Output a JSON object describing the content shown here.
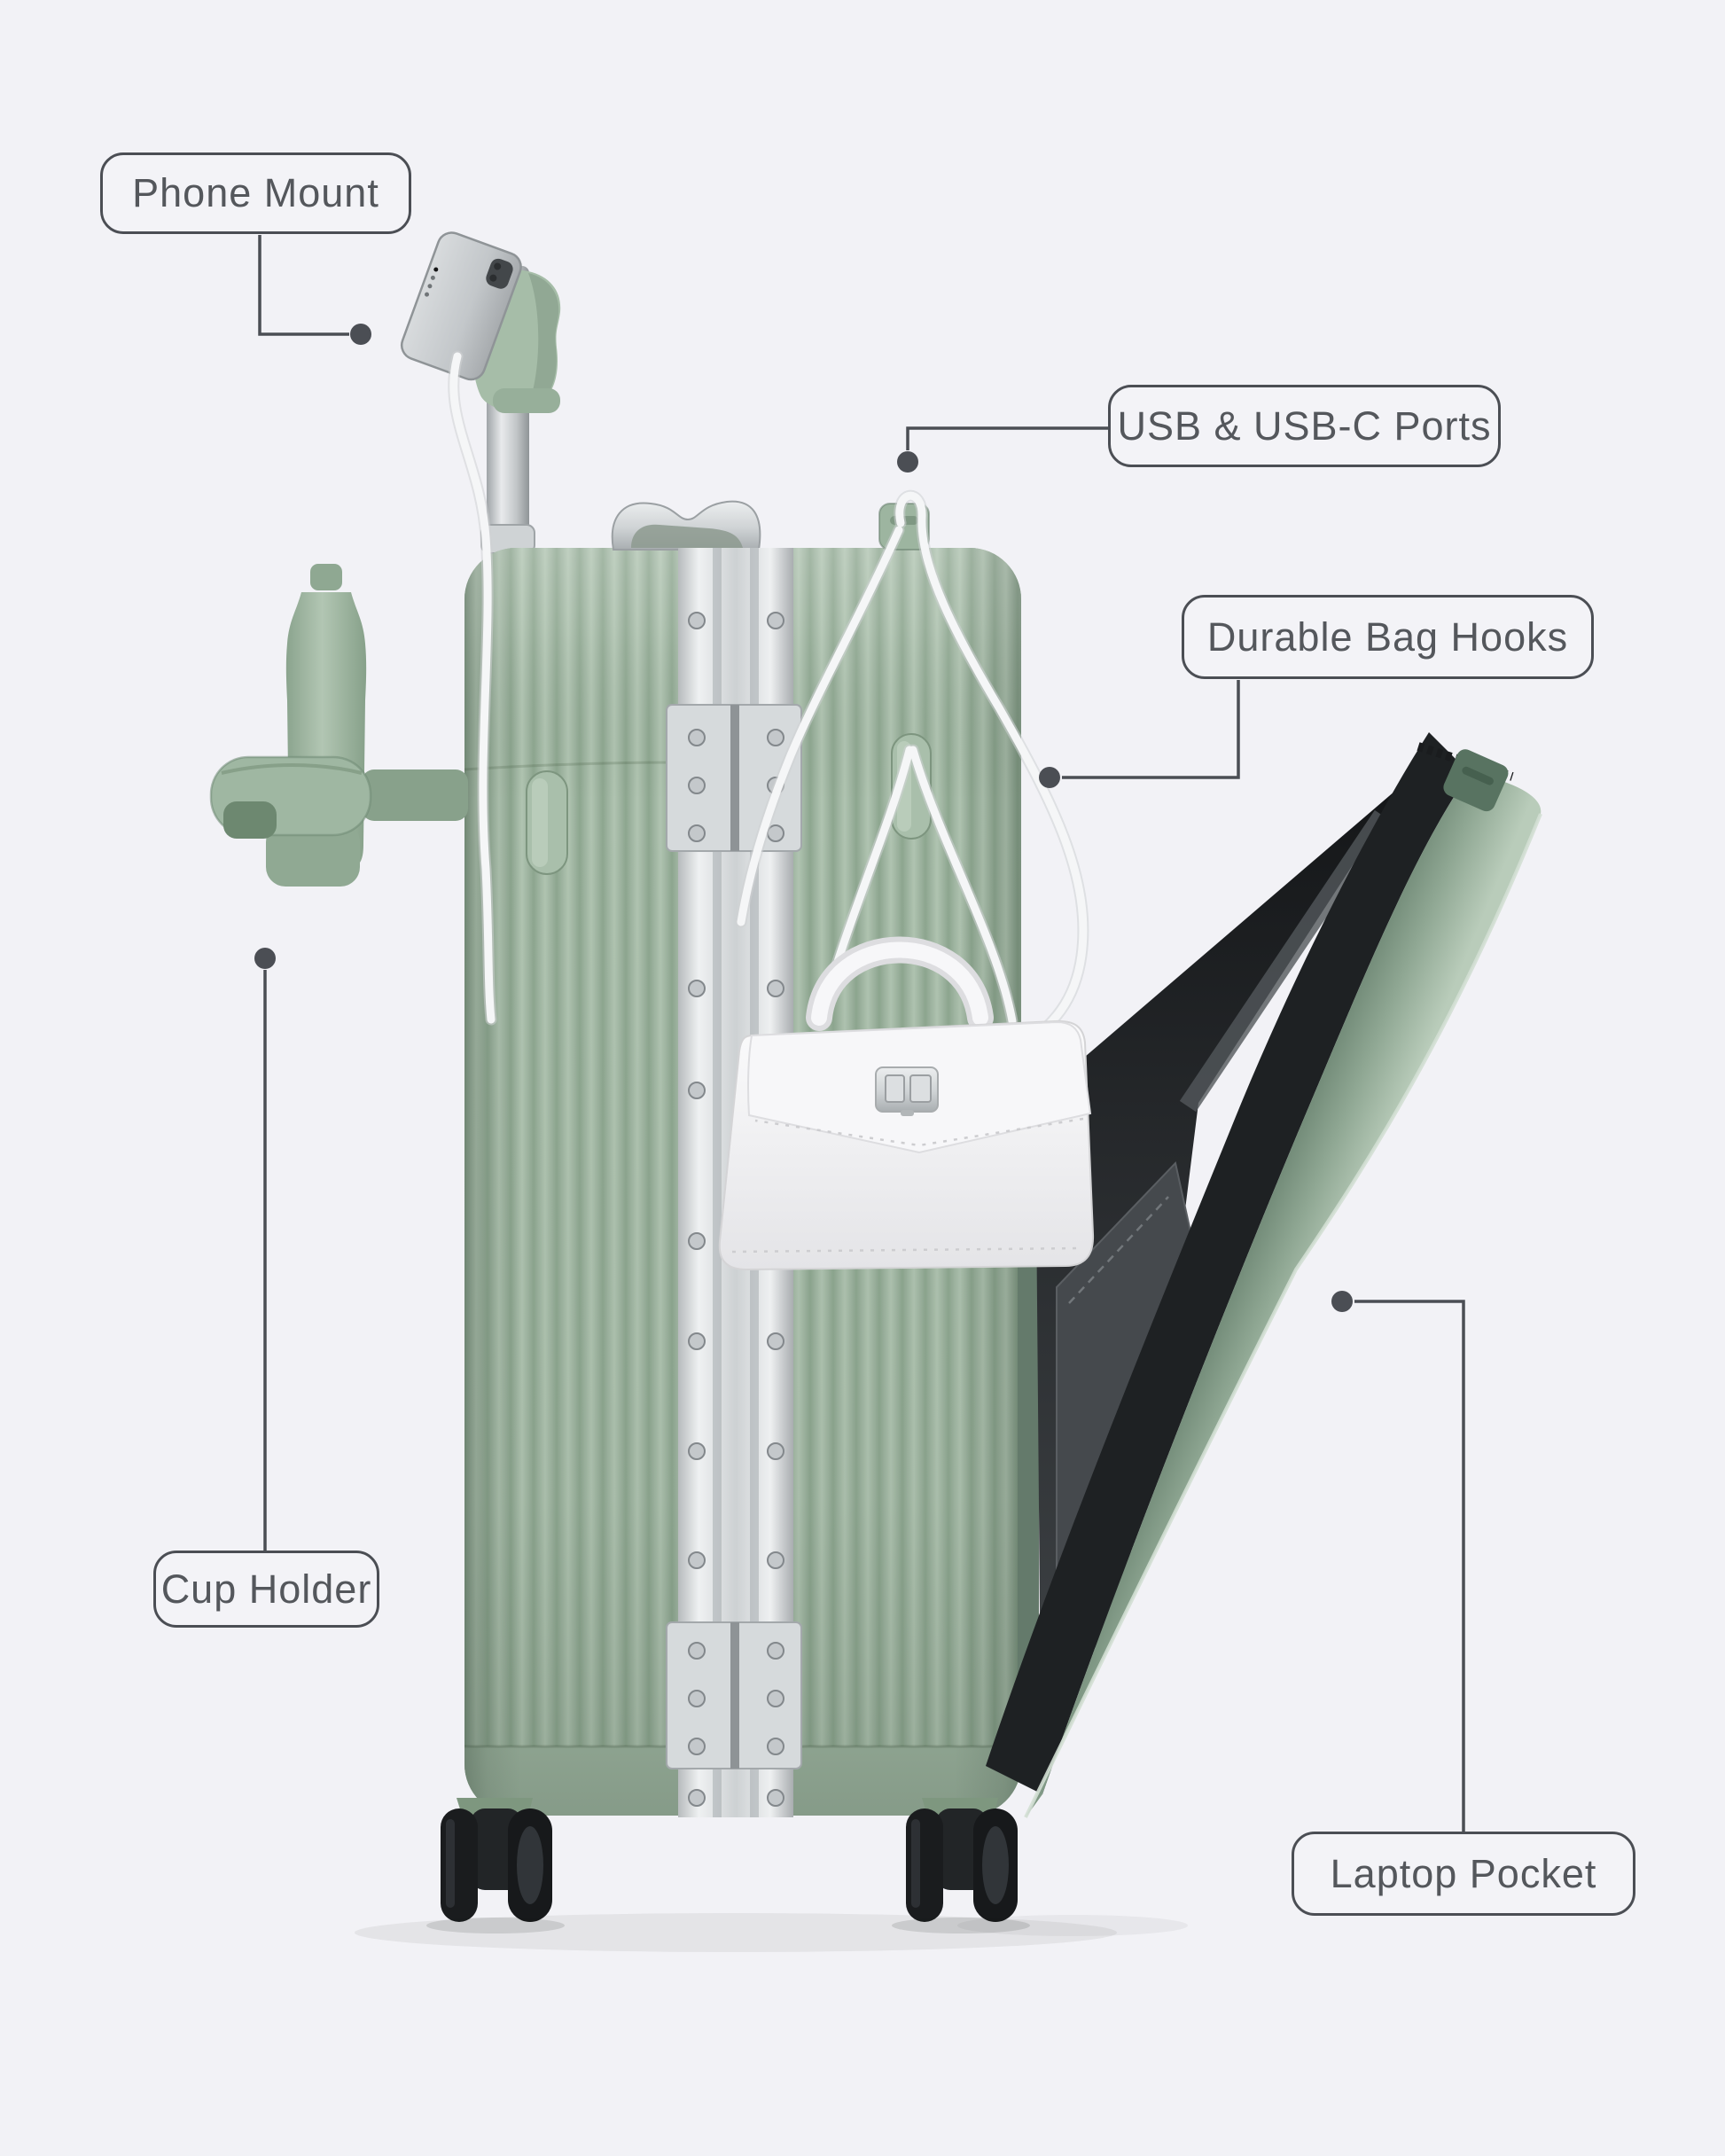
{
  "callouts": [
    {
      "id": "phone-mount",
      "text": "Phone Mount"
    },
    {
      "id": "usb-ports",
      "text": "USB & USB-C Ports"
    },
    {
      "id": "bag-hooks",
      "text": "Durable Bag Hooks"
    },
    {
      "id": "cup-holder",
      "text": "Cup Holder"
    },
    {
      "id": "laptop-pocket",
      "text": "Laptop Pocket"
    }
  ],
  "illustration": {
    "subject": "sage green aluminum-frame carry-on suitcase with open front pocket",
    "visible_parts": [
      "phone on phone mount",
      "telescopic trolley handle",
      "carry handle",
      "usb cable and top usb port",
      "water bottle in cup holder",
      "two bag hooks",
      "white handbag hanging from hook",
      "open front lid",
      "dark laptop pocket interior",
      "spinner wheels"
    ]
  },
  "colors": {
    "background": "#f2f2f6",
    "callout_border": "#4b4e54",
    "callout_text": "#54575c",
    "suitcase_green": "#a2b8a4",
    "suitcase_green_dark": "#8da68f",
    "aluminum_silver": "#dfe2e4",
    "interior_dark": "#272a2d",
    "bag_white": "#f5f5f7",
    "wheel_black": "#1a1c1e"
  }
}
